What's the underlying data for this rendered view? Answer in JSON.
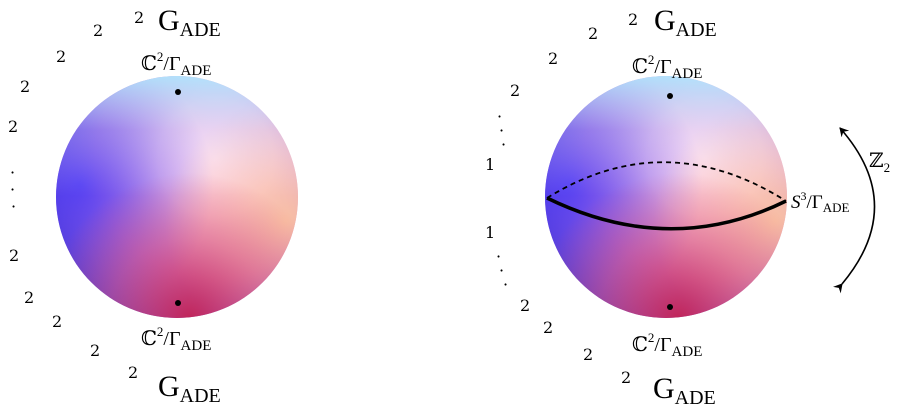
{
  "left_figure": {
    "top_group": {
      "base": "G",
      "sub": "ADE"
    },
    "bottom_group": {
      "base": "G",
      "sub": "ADE"
    },
    "top_orbifold": {
      "base": "ℂ",
      "sup": "2",
      "sep": "/Γ",
      "sub": "ADE"
    },
    "bottom_orbifold": {
      "base": "ℂ",
      "sup": "2",
      "sep": "/Γ",
      "sub": "ADE"
    },
    "chain_top": [
      "2",
      "2",
      "2",
      "2",
      "2"
    ],
    "chain_dots": [
      "·",
      "·",
      "·"
    ],
    "chain_bottom": [
      "2",
      "2",
      "2",
      "2",
      "2"
    ]
  },
  "right_figure": {
    "top_group": {
      "base": "G",
      "sub": "ADE"
    },
    "bottom_group": {
      "base": "G",
      "sub": "ADE"
    },
    "top_orbifold": {
      "base": "ℂ",
      "sup": "2",
      "sep": "/Γ",
      "sub": "ADE"
    },
    "bottom_orbifold": {
      "base": "ℂ",
      "sup": "2",
      "sep": "/Γ",
      "sub": "ADE"
    },
    "equator_label": {
      "base": "S",
      "sup": "3",
      "sep": "/Γ",
      "sub": "ADE"
    },
    "symmetry_label": {
      "base": "ℤ",
      "sub": "2"
    },
    "chain_top": [
      "2",
      "2",
      "2",
      "2"
    ],
    "chain_dots_upper": [
      "·",
      "·",
      "·"
    ],
    "chain_middle": [
      "1",
      "1"
    ],
    "chain_dots_lower": [
      "·",
      "·",
      "·"
    ],
    "chain_bottom": [
      "2",
      "2",
      "2",
      "2"
    ]
  }
}
